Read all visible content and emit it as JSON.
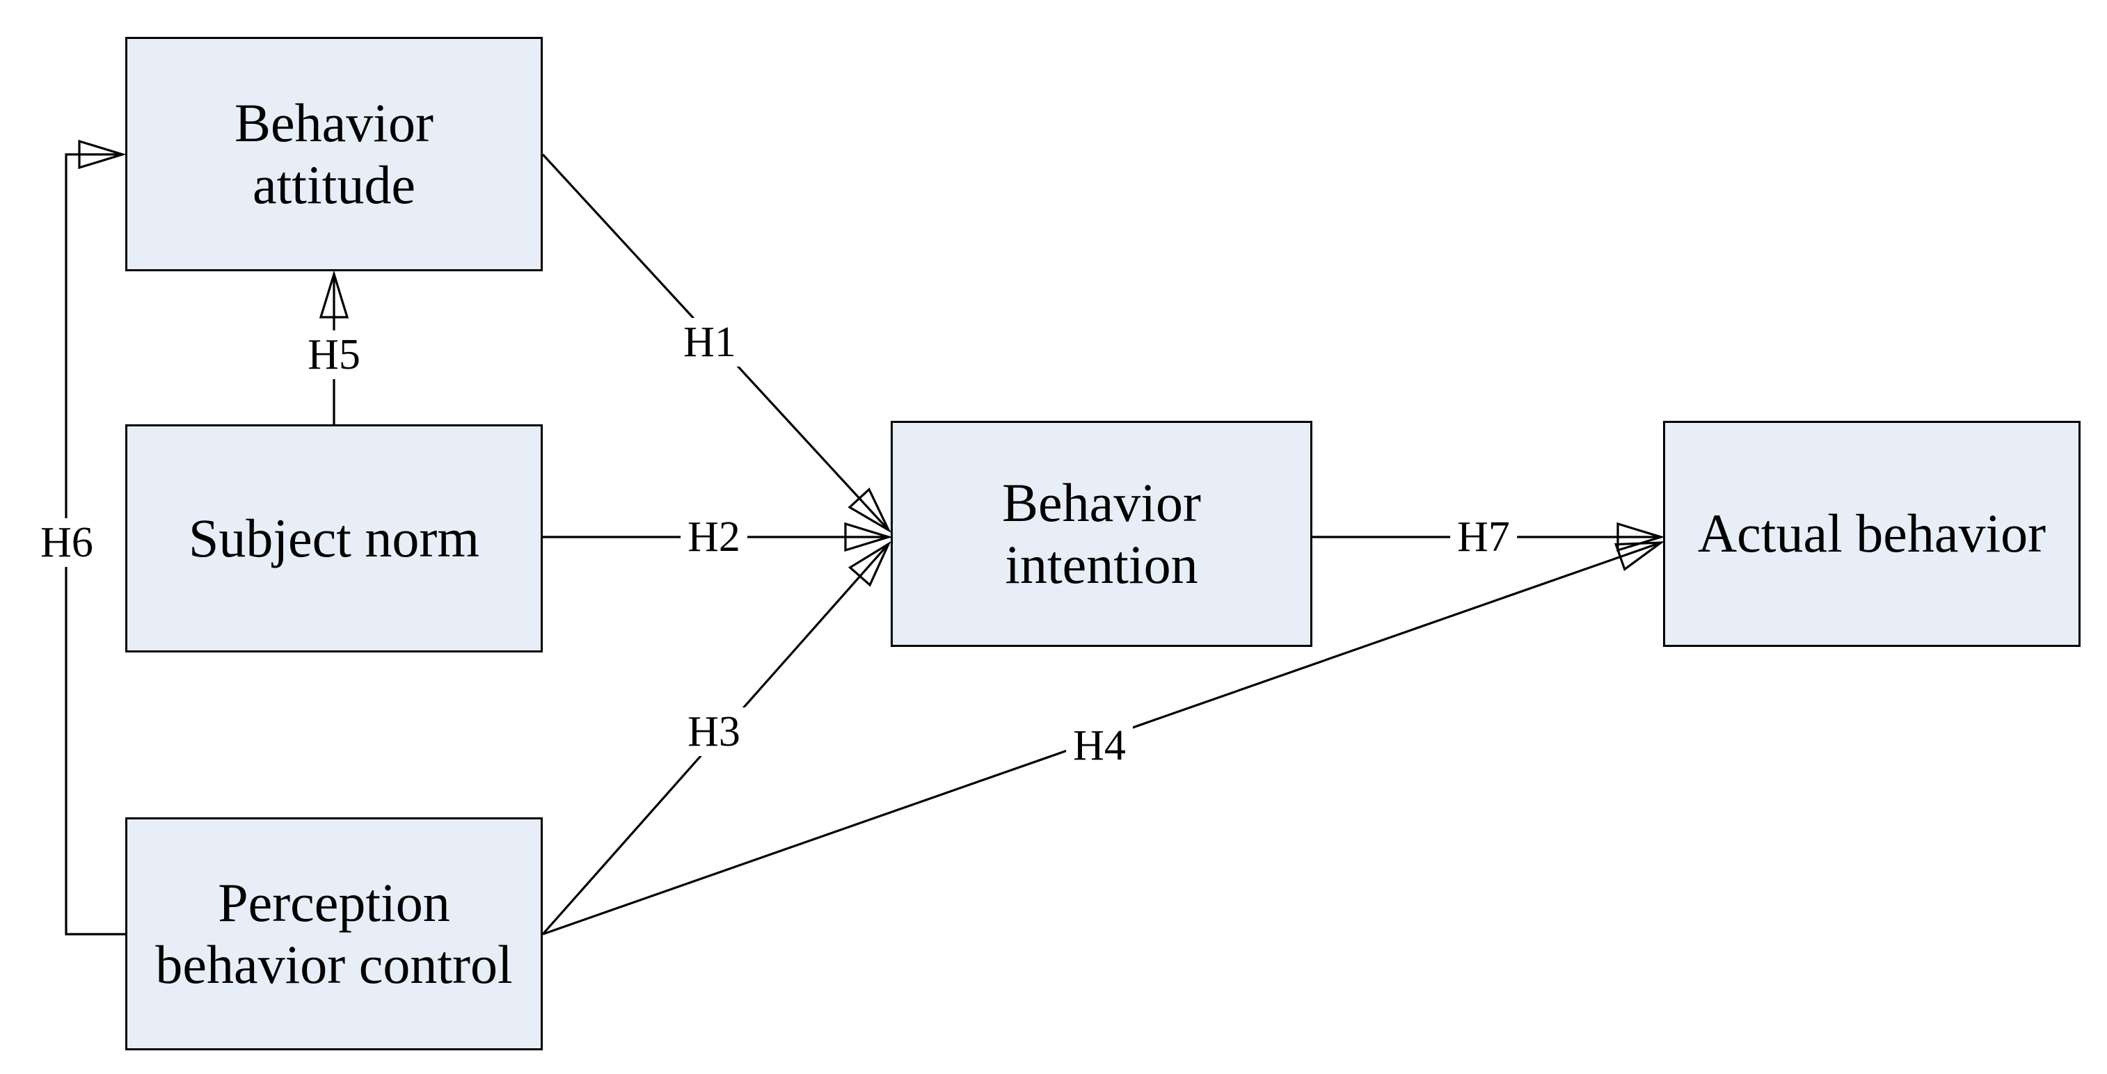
{
  "diagram": {
    "title": "",
    "colors": {
      "background": "#ffffff",
      "node_fill": "#e8eef7",
      "node_border": "#000000",
      "line": "#000000",
      "text": "#000000"
    },
    "nodes": [
      {
        "id": "behavior-attitude",
        "label": "Behavior\nattitude"
      },
      {
        "id": "subject-norm",
        "label": "Subject norm"
      },
      {
        "id": "perception-behavior-control",
        "label": "Perception\nbehavior control"
      },
      {
        "id": "behavior-intention",
        "label": "Behavior\nintention"
      },
      {
        "id": "actual-behavior",
        "label": "Actual behavior"
      }
    ],
    "edges": [
      {
        "id": "H1",
        "label": "H1",
        "from": "behavior-attitude",
        "to": "behavior-intention"
      },
      {
        "id": "H2",
        "label": "H2",
        "from": "subject-norm",
        "to": "behavior-intention"
      },
      {
        "id": "H3",
        "label": "H3",
        "from": "perception-behavior-control",
        "to": "behavior-intention"
      },
      {
        "id": "H4",
        "label": "H4",
        "from": "perception-behavior-control",
        "to": "actual-behavior"
      },
      {
        "id": "H5",
        "label": "H5",
        "from": "subject-norm",
        "to": "behavior-attitude"
      },
      {
        "id": "H6",
        "label": "H6",
        "from": "perception-behavior-control",
        "to": "behavior-attitude"
      },
      {
        "id": "H7",
        "label": "H7",
        "from": "behavior-intention",
        "to": "actual-behavior"
      }
    ]
  }
}
